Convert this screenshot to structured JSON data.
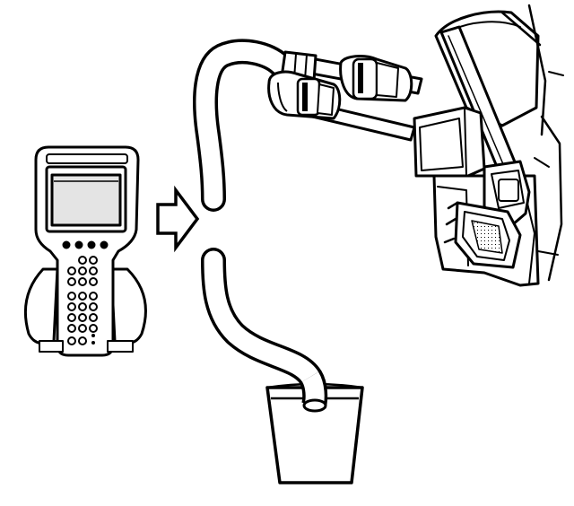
{
  "diagram": {
    "elements": [
      {
        "name": "scan-tool",
        "kind": "handheld-device-icon"
      },
      {
        "name": "arrow-right",
        "kind": "arrow-right-icon"
      },
      {
        "name": "drain-hose",
        "kind": "hose-icon"
      },
      {
        "name": "fuel-line-connector",
        "kind": "connector-icon"
      },
      {
        "name": "fuel-rail-assembly",
        "kind": "engine-part-icon"
      },
      {
        "name": "catch-container",
        "kind": "cup-icon"
      }
    ],
    "colors": {
      "ink": "#000000",
      "paper": "#ffffff",
      "shade": "#d8d8d8"
    }
  }
}
